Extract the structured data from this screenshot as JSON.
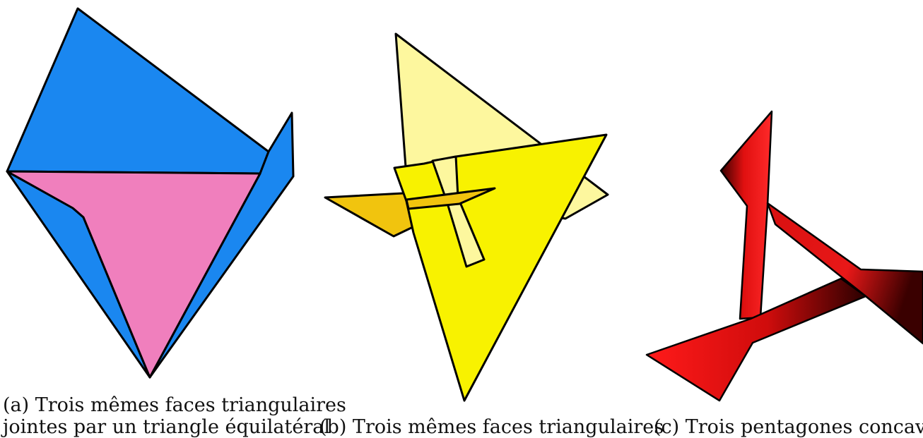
{
  "captions": {
    "a_line1": "(a) Trois mêmes faces triangulaires",
    "a_line2": "jointes par un triangle équilatéral",
    "b": "(b) Trois mêmes faces triangulaires",
    "c": "(c) Trois pentagones concaves"
  },
  "colors": {
    "blue": "#1a87f0",
    "pink": "#f07fbd",
    "pale_yellow": "#fdf79e",
    "yellow": "#f8f200",
    "orange": "#f1c40e",
    "red": "#e01010",
    "dark_red": "#3a0000",
    "outline": "#000000"
  }
}
